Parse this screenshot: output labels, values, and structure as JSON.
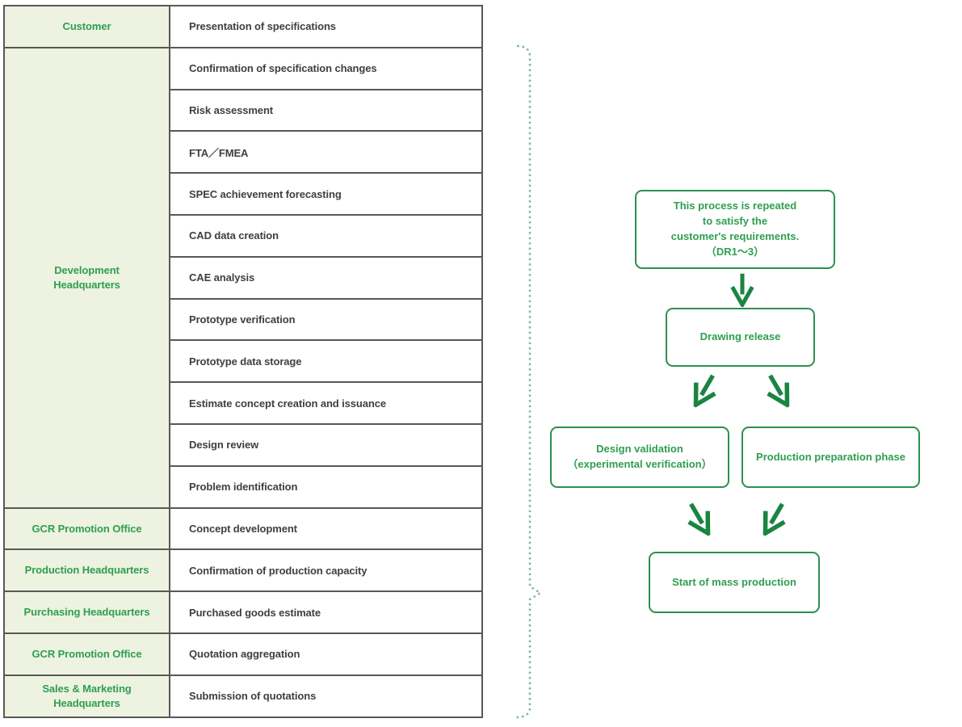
{
  "palette": {
    "green_text": "#2f9e50",
    "green_border": "#2e8f4e",
    "arrow_green": "#1b8441",
    "dept_cell_bg": "#edf3e0",
    "grid_line": "#585858",
    "process_text": "#3f3f3f",
    "dotted_brace_green": "#7db993"
  },
  "table": {
    "sections": [
      {
        "dept": "Customer",
        "processes": [
          "Presentation of specifications"
        ]
      },
      {
        "dept": "Development\nHeadquarters",
        "processes": [
          "Confirmation of specification changes",
          "Risk assessment",
          "FTA／FMEA",
          "SPEC achievement forecasting",
          "CAD data creation",
          "CAE analysis",
          "Prototype verification",
          "Prototype data storage",
          "Estimate concept creation and issuance",
          "Design review",
          "Problem identification"
        ]
      },
      {
        "dept": "GCR Promotion Office",
        "processes": [
          "Concept development"
        ]
      },
      {
        "dept": "Production Headquarters",
        "processes": [
          "Confirmation of production capacity"
        ]
      },
      {
        "dept": "Purchasing Headquarters",
        "processes": [
          "Purchased goods estimate"
        ]
      },
      {
        "dept": "GCR Promotion Office",
        "processes": [
          "Quotation aggregation"
        ]
      },
      {
        "dept": "Sales & Marketing\nHeadquarters",
        "processes": [
          "Submission of quotations"
        ]
      }
    ]
  },
  "flowchart": {
    "repeat_note": "This process is repeated\nto satisfy the\ncustomer's requirements.\n（DR1～3）",
    "drawing_release": "Drawing release",
    "design_validation": "Design validation\n（experimental verification）",
    "production_preparation": "Production preparation phase",
    "mass_production": "Start of mass production"
  }
}
